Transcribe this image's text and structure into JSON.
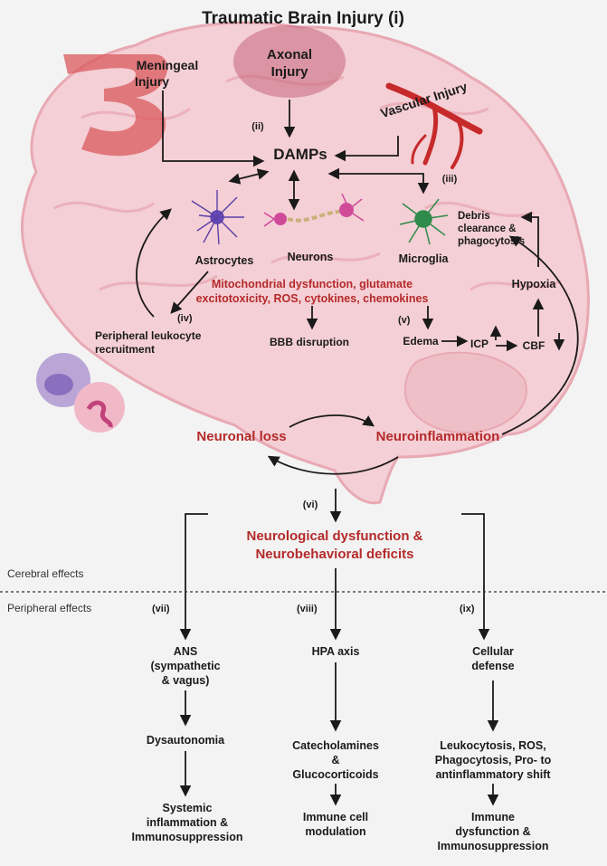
{
  "title": "Traumatic Brain Injury (i)",
  "injuries": {
    "meningeal": [
      "Meningeal",
      "Injury"
    ],
    "axonal": [
      "Axonal",
      "Injury"
    ],
    "vascular": "Vascular Injury"
  },
  "markers": {
    "ii": "(ii)",
    "iii": "(iii)",
    "iv": "(iv)",
    "v": "(v)",
    "vi": "(vi)",
    "vii": "(vii)",
    "viii": "(viii)",
    "ix": "(ix)"
  },
  "damps": "DAMPs",
  "cells": {
    "astrocytes": "Astrocytes",
    "neurons": "Neurons",
    "microglia": "Microglia"
  },
  "debris": [
    "Debris",
    "clearance &",
    "phagocytosis"
  ],
  "hypoxia": "Hypoxia",
  "mito": [
    "Mitochondrial dysfunction, glutamate",
    "excitotoxicity, ROS, cytokines, chemokines"
  ],
  "leukocyte": [
    "Peripheral leukocyte",
    "recruitment"
  ],
  "bbb": "BBB disruption",
  "edema": "Edema",
  "icp": "ICP",
  "cbf": "CBF",
  "neuronal_loss": "Neuronal loss",
  "neuroinflammation": "Neuroinflammation",
  "neuro_dysfunction": [
    "Neurological dysfunction &",
    "Neurobehavioral deficits"
  ],
  "section_labels": {
    "cerebral": "Cerebral effects",
    "peripheral": "Peripheral effects"
  },
  "columns": {
    "ans": [
      "ANS",
      "(sympathetic",
      "& vagus)"
    ],
    "dysautonomia": "Dysautonomia",
    "systemic": [
      "Systemic",
      "inflammation &",
      "Immunosuppression"
    ],
    "hpa": "HPA axis",
    "catecholamines": [
      "Catecholamines",
      "&",
      "Glucocorticoids"
    ],
    "immune_mod": [
      "Immune cell",
      "modulation"
    ],
    "cellular": [
      "Cellular",
      "defense"
    ],
    "leukocytosis": [
      "Leukocytosis, ROS,",
      "Phagocytosis, Pro- to",
      "antinflammatory shift"
    ],
    "immune_dys": [
      "Immune",
      "dysfunction &",
      "Immunosuppression"
    ]
  },
  "colors": {
    "accent_red": "#b52a2a",
    "brain_fill": "#f4cfd5",
    "brain_stroke": "#e8a9b3",
    "vessel": "#c62a2a",
    "astrocyte": "#5b3fa8",
    "neuron": "#d04a9a",
    "microglia": "#2e8b4a"
  }
}
